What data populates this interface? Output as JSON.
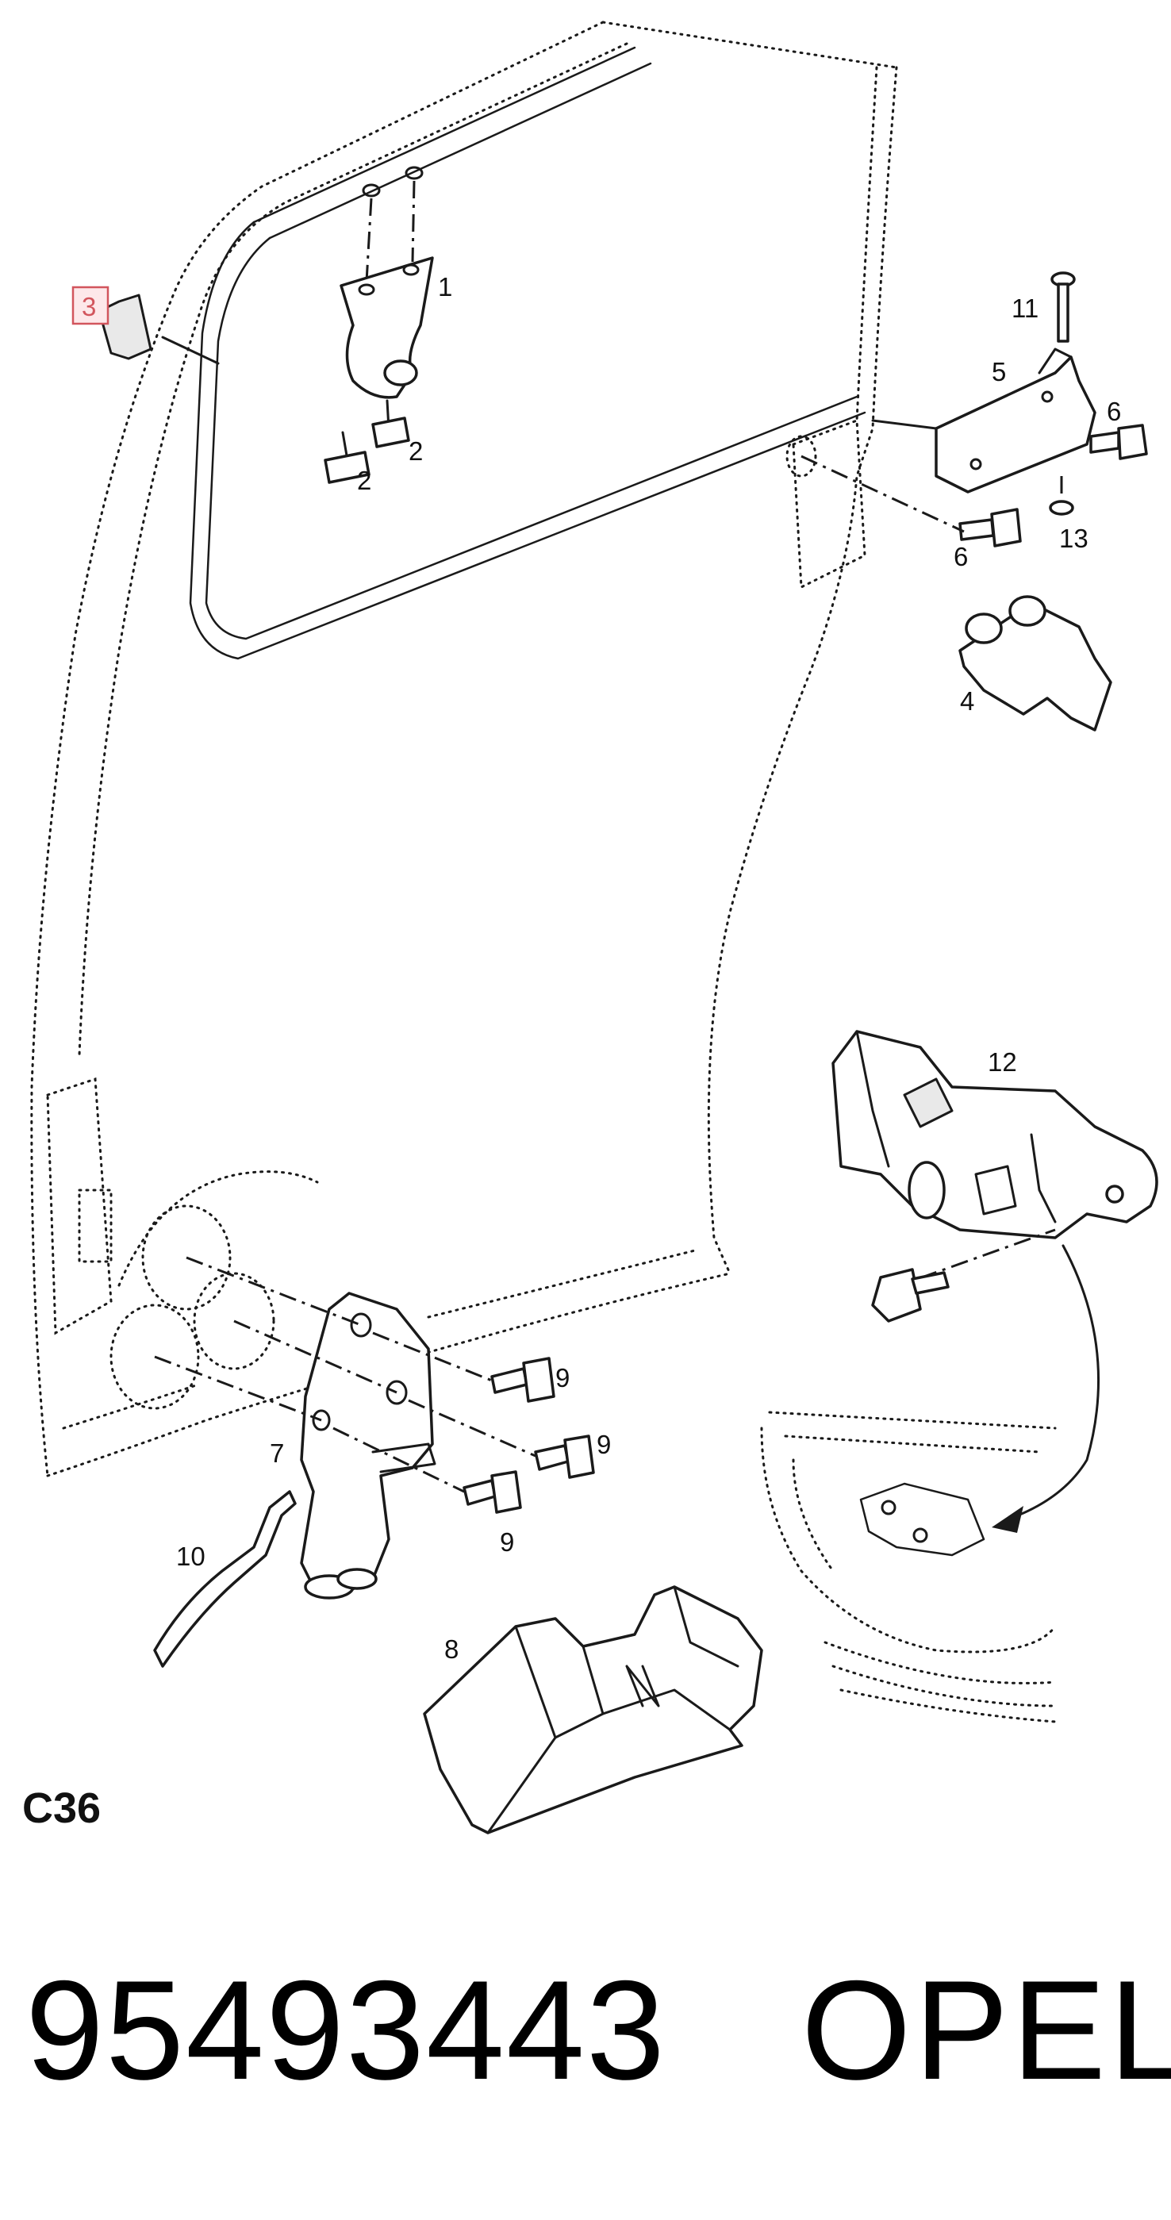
{
  "diagram": {
    "callouts": {
      "c1": "1",
      "c2a": "2",
      "c2b": "2",
      "c3": "3",
      "c4": "4",
      "c5": "5",
      "c6a": "6",
      "c6b": "6",
      "c7": "7",
      "c8": "8",
      "c9a": "9",
      "c9b": "9",
      "c9c": "9",
      "c10": "10",
      "c11": "11",
      "c12": "12",
      "c13": "13"
    },
    "highlighted_callout": "3",
    "highlight_color": "#d2555d"
  },
  "figure_code": "C36",
  "footer": {
    "part_number": "95493443",
    "brand": "OPEL"
  }
}
